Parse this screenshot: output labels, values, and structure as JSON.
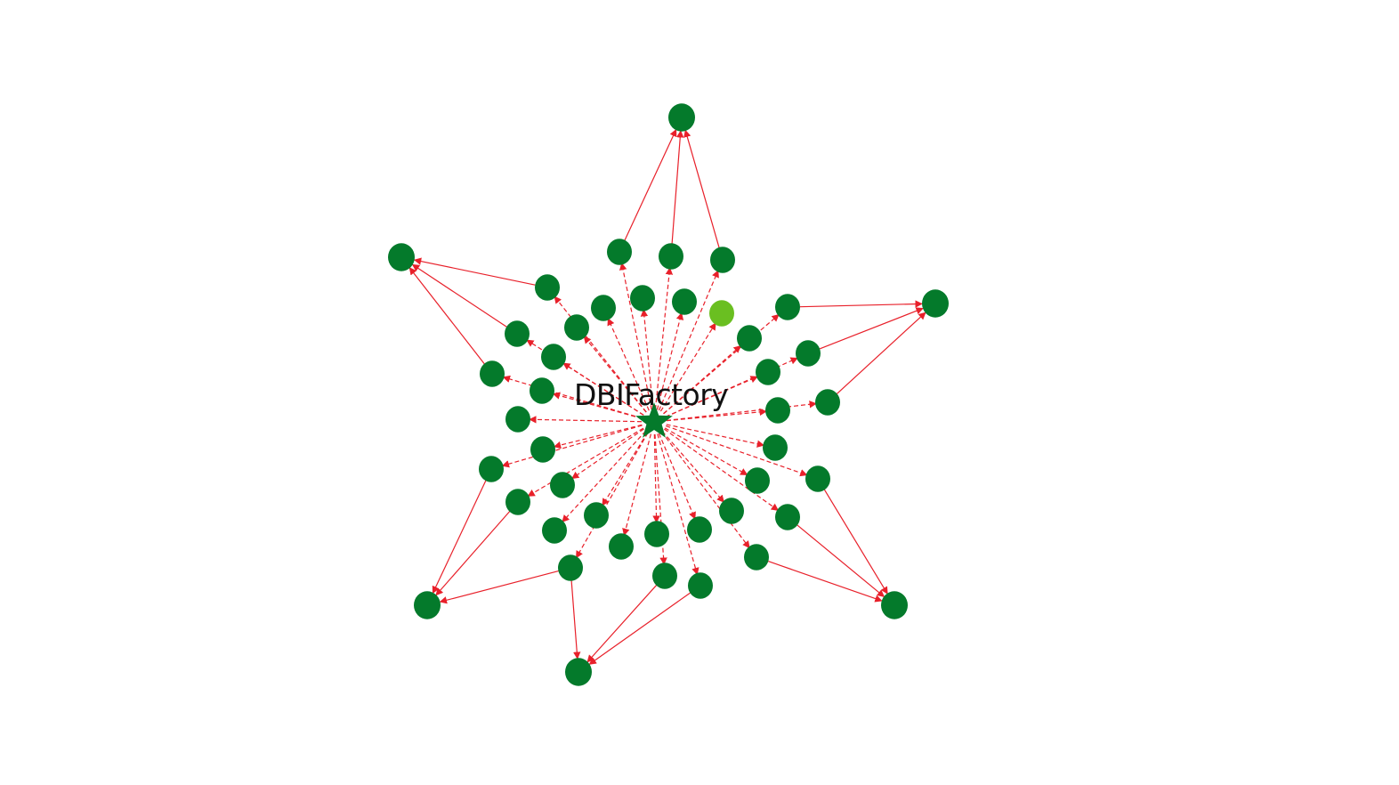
{
  "graph": {
    "center_label": "DBIFactory",
    "colors": {
      "node": "#047a2b",
      "highlight_node": "#6abf21",
      "edge": "#e8202a",
      "background": "#ffffff"
    },
    "node_shapes": {
      "center": "star",
      "others": "circle"
    },
    "edge_styles": {
      "from_center": "dashed-arrow",
      "to_outer": "solid-arrow"
    }
  }
}
